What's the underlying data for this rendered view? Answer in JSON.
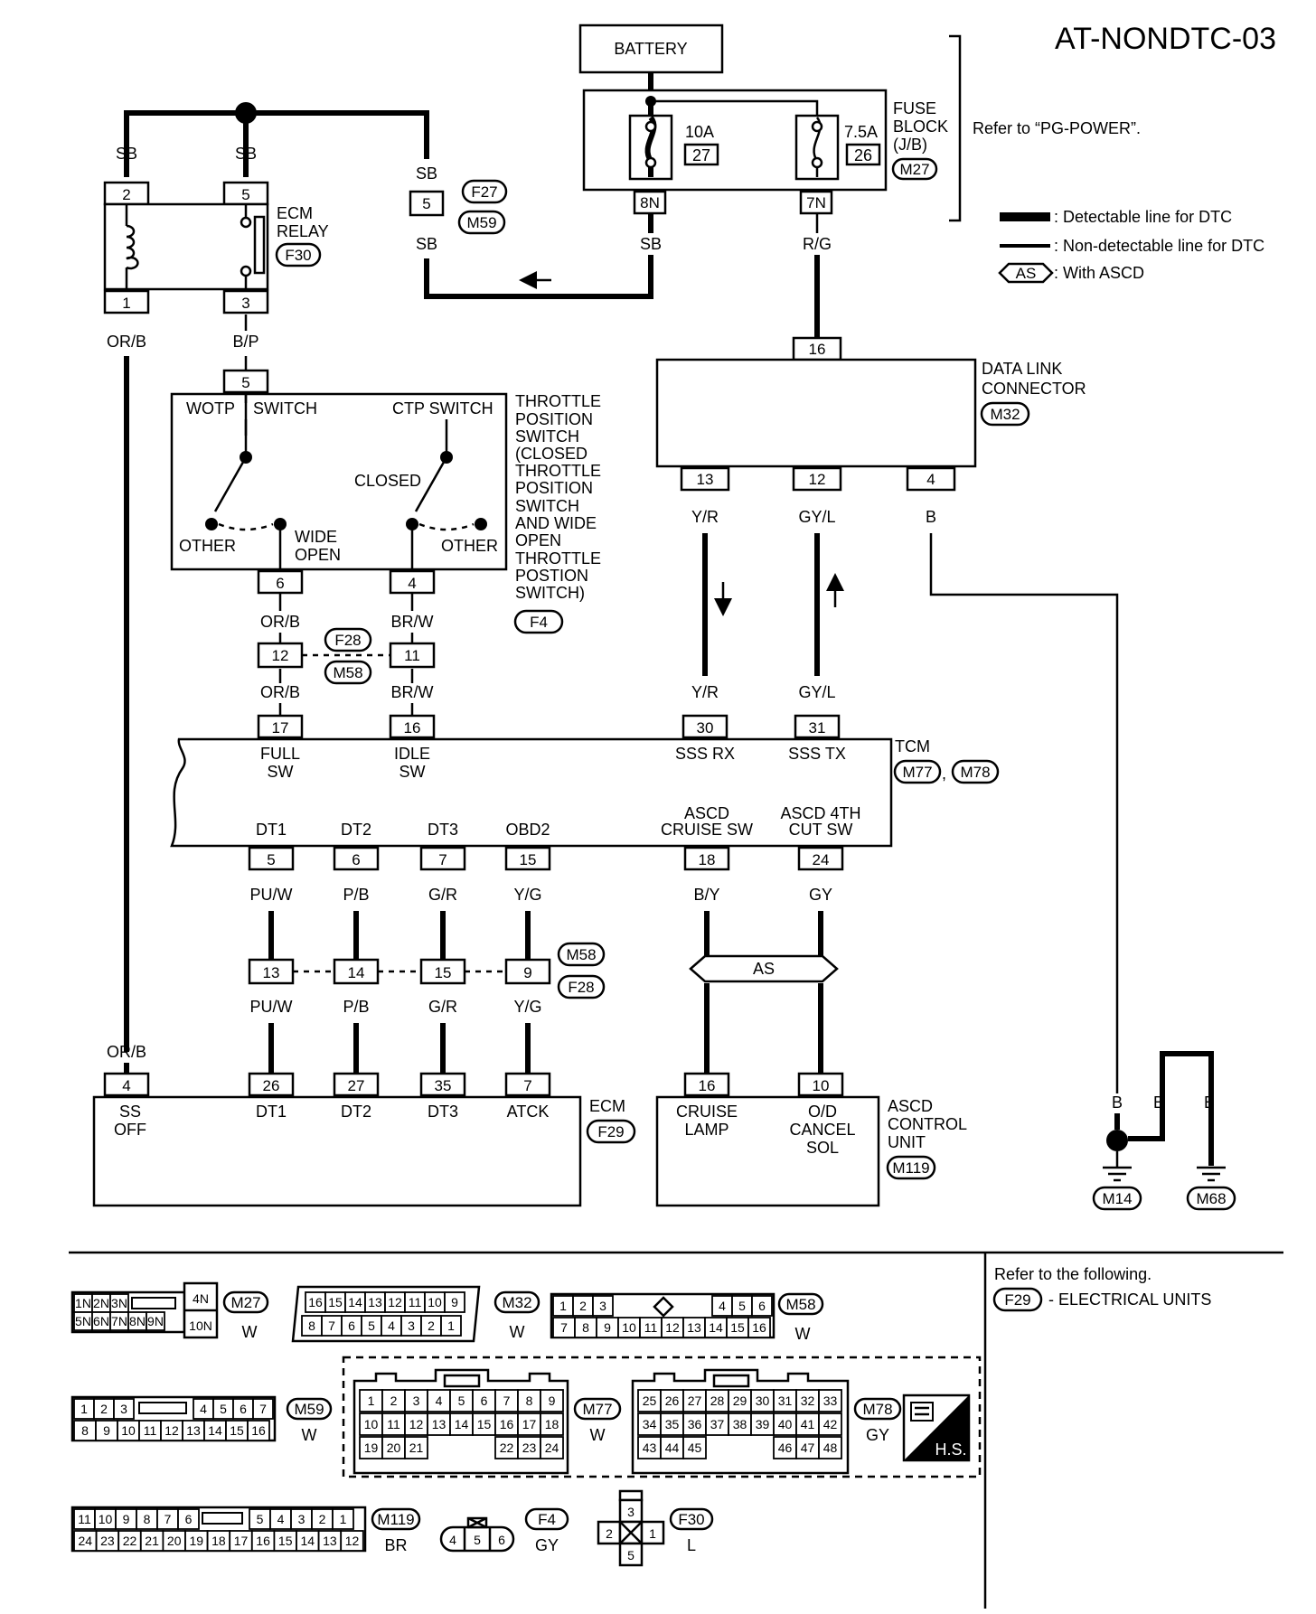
{
  "page_code": "AT-NONDTC-03",
  "battery": "BATTERY",
  "fuse_block": {
    "title_lines": [
      "FUSE",
      "BLOCK",
      "(J/B)"
    ],
    "connector": "M27",
    "fuse_a": {
      "amp": "10A",
      "num": "27",
      "pin": "8N"
    },
    "fuse_b": {
      "amp": "7.5A",
      "num": "26",
      "pin": "7N"
    },
    "refer": "Refer to “PG-POWER”."
  },
  "legend": {
    "detectable": ": Detectable line for DTC",
    "non_detectable": ": Non-detectable line for DTC",
    "as_symbol": "AS",
    "with_ascd": ": With ASCD"
  },
  "ecm_relay": {
    "title_lines": [
      "ECM",
      "RELAY"
    ],
    "connector": "F30",
    "pins": [
      "2",
      "5",
      "1",
      "3"
    ]
  },
  "wire_colors": {
    "sb": "SB",
    "orb": "OR/B",
    "bp": "B/P",
    "rg": "R/G",
    "yr": "Y/R",
    "gyl": "GY/L",
    "b": "B",
    "brw": "BR/W",
    "puw": "PU/W",
    "pb": "P/B",
    "gr": "G/R",
    "yg": "Y/G",
    "by": "B/Y",
    "gy": "GY"
  },
  "junction_f27": {
    "pin": "5",
    "connectors": [
      "F27",
      "M59"
    ]
  },
  "dlc": {
    "title_lines": [
      "DATA LINK",
      "CONNECTOR"
    ],
    "connector": "M32",
    "pins": [
      "16",
      "13",
      "12",
      "4"
    ]
  },
  "tps": {
    "wotp": "WOTP",
    "switch": "SWITCH",
    "ctp": "CTP SWITCH",
    "closed": "CLOSED",
    "other": "OTHER",
    "wide_lines": [
      "WIDE",
      "OPEN"
    ],
    "title_lines": [
      "THROTTLE",
      "POSITION",
      "SWITCH",
      "(CLOSED",
      "THROTTLE",
      "POSITION",
      "SWITCH",
      "AND WIDE",
      "OPEN",
      "THROTTLE",
      "POSTION",
      "SWITCH)"
    ],
    "connector": "F4",
    "pins": [
      "5",
      "6",
      "4"
    ]
  },
  "joint_f28": {
    "pins": [
      "12",
      "11"
    ],
    "connectors": [
      "F28",
      "M58"
    ]
  },
  "tcm": {
    "title": "TCM",
    "connectors": [
      "M77",
      "M78"
    ],
    "sep": ",",
    "top_pins": [
      "17",
      "16",
      "30",
      "31"
    ],
    "top_labels": [
      [
        "FULL",
        "SW"
      ],
      [
        "IDLE",
        "SW"
      ],
      [
        "SSS RX"
      ],
      [
        "SSS TX"
      ]
    ],
    "bottom_labels": [
      [
        "DT1"
      ],
      [
        "DT2"
      ],
      [
        "DT3"
      ],
      [
        "OBD2"
      ],
      [
        "ASCD",
        "CRUISE SW"
      ],
      [
        "ASCD 4TH",
        "CUT SW"
      ]
    ],
    "bottom_pins": [
      "5",
      "6",
      "7",
      "15",
      "18",
      "24"
    ]
  },
  "joint_m58": {
    "pins": [
      "13",
      "14",
      "15",
      "9"
    ],
    "connectors": [
      "M58",
      "F28"
    ]
  },
  "ascd_label": "AS",
  "ecm": {
    "title": "ECM",
    "connector": "F29",
    "pins": [
      "4",
      "26",
      "27",
      "35",
      "7"
    ],
    "labels": [
      [
        "SS",
        "OFF"
      ],
      [
        "DT1"
      ],
      [
        "DT2"
      ],
      [
        "DT3"
      ],
      [
        "ATCK"
      ]
    ]
  },
  "ascd_unit": {
    "title_lines": [
      "ASCD",
      "CONTROL",
      "UNIT"
    ],
    "connector": "M119",
    "pins": [
      "16",
      "10"
    ],
    "labels": [
      [
        "CRUISE",
        "LAMP"
      ],
      [
        "O/D",
        "CANCEL",
        "SOL"
      ]
    ]
  },
  "grounds": [
    "M14",
    "M68"
  ],
  "refer_following": {
    "title": "Refer to the following.",
    "item_code": "F29",
    "item_text": "- ELECTRICAL UNITS"
  },
  "connector_views": {
    "m27": {
      "code": "M27",
      "color": "W",
      "rows": [
        [
          "1N",
          "2N",
          "3N"
        ],
        [
          "5N",
          "6N",
          "7N",
          "8N",
          "9N"
        ]
      ],
      "side": [
        "4N",
        "10N"
      ]
    },
    "m32": {
      "code": "M32",
      "color": "W",
      "rows": [
        [
          "16",
          "15",
          "14",
          "13",
          "12",
          "11",
          "10",
          "9"
        ],
        [
          "8",
          "7",
          "6",
          "5",
          "4",
          "3",
          "2",
          "1"
        ]
      ]
    },
    "m58": {
      "code": "M58",
      "color": "W",
      "rows": [
        [
          "1",
          "2",
          "3",
          "4",
          "5",
          "6"
        ],
        [
          "7",
          "8",
          "9",
          "10",
          "11",
          "12",
          "13",
          "14",
          "15",
          "16"
        ]
      ]
    },
    "m59": {
      "code": "M59",
      "color": "W",
      "rows": [
        [
          "1",
          "2",
          "3",
          "4",
          "5",
          "6",
          "7"
        ],
        [
          "8",
          "9",
          "10",
          "11",
          "12",
          "13",
          "14",
          "15",
          "16"
        ]
      ]
    },
    "m77": {
      "code": "M77",
      "color": "W",
      "rows": [
        [
          "1",
          "2",
          "3",
          "4",
          "5",
          "6",
          "7",
          "8",
          "9"
        ],
        [
          "10",
          "11",
          "12",
          "13",
          "14",
          "15",
          "16",
          "17",
          "18"
        ],
        [
          "19",
          "20",
          "21",
          "22",
          "23",
          "24"
        ]
      ]
    },
    "m78": {
      "code": "M78",
      "color": "GY",
      "rows": [
        [
          "25",
          "26",
          "27",
          "28",
          "29",
          "30",
          "31",
          "32",
          "33"
        ],
        [
          "34",
          "35",
          "36",
          "37",
          "38",
          "39",
          "40",
          "41",
          "42"
        ],
        [
          "43",
          "44",
          "45",
          "46",
          "47",
          "48"
        ]
      ]
    },
    "hs": "H.S.",
    "m119": {
      "code": "M119",
      "color": "BR",
      "rows": [
        [
          "11",
          "10",
          "9",
          "8",
          "7",
          "6",
          "5",
          "4",
          "3",
          "2",
          "1"
        ],
        [
          "24",
          "23",
          "22",
          "21",
          "20",
          "19",
          "18",
          "17",
          "16",
          "15",
          "14",
          "13",
          "12"
        ]
      ]
    },
    "f4": {
      "code": "F4",
      "color": "GY",
      "pins": [
        "4",
        "5",
        "6"
      ]
    },
    "f30": {
      "code": "F30",
      "color": "L",
      "pins": [
        "3",
        "2",
        "1",
        "5"
      ]
    }
  }
}
